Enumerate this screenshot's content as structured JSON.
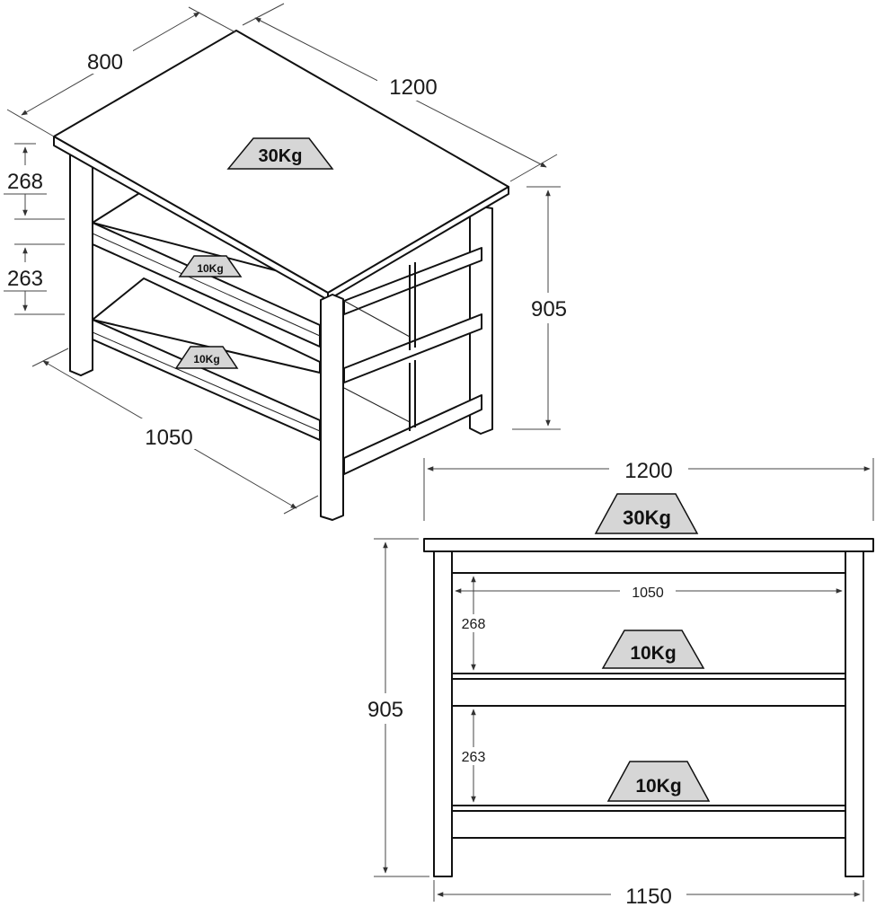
{
  "colors": {
    "ink": "#111111",
    "badge_fill": "#d6d6d6",
    "background": "#ffffff"
  },
  "isometric_view": {
    "depth": "800",
    "width": "1200",
    "height": "905",
    "shelf_length": "1050",
    "upper_gap": "268",
    "lower_gap": "263",
    "top_load": "30Kg",
    "middle_shelf_load": "10Kg",
    "bottom_shelf_load": "10Kg"
  },
  "front_view": {
    "width": "1200",
    "height": "905",
    "shelf_length": "1050",
    "upper_gap": "268",
    "lower_gap": "263",
    "base_length": "1150",
    "top_load": "30Kg",
    "middle_shelf_load": "10Kg",
    "bottom_shelf_load": "10Kg"
  }
}
